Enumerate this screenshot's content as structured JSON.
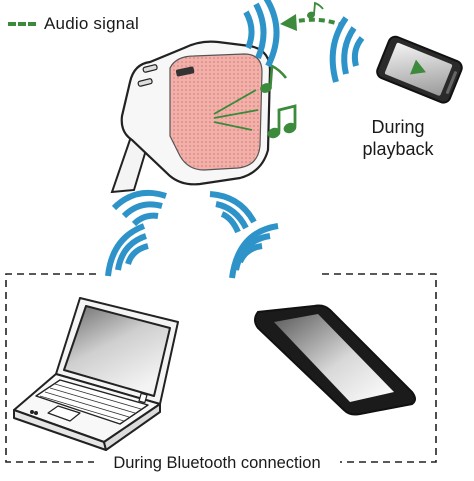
{
  "legend": {
    "label": "Audio signal",
    "color": "#3c8a3c"
  },
  "labels": {
    "playback_line1": "During",
    "playback_line2": "playback",
    "bluetooth": "During Bluetooth connection"
  },
  "colors": {
    "wave": "#2e93c8",
    "speaker_grille": "#e99a94",
    "signal": "#3c8a3c",
    "screen_dark": "#555555"
  },
  "icons": [
    "speaker-icon",
    "smartphone-icon",
    "laptop-icon",
    "tablet-icon",
    "music-note-icon",
    "wireless-wave-icon",
    "play-icon"
  ]
}
